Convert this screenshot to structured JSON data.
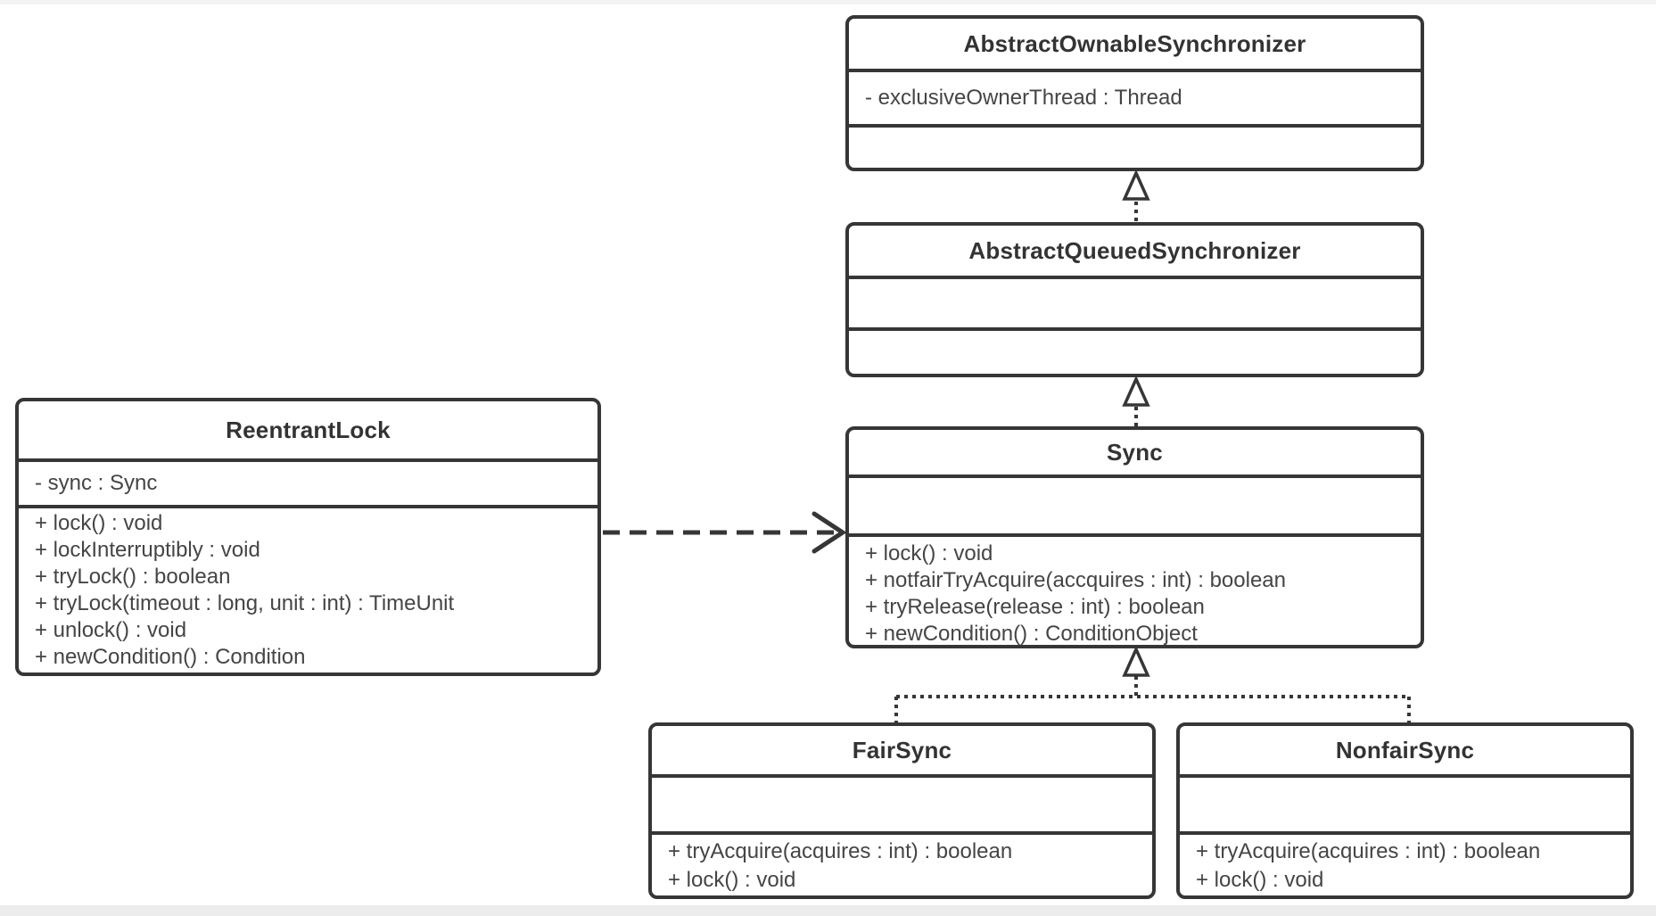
{
  "diagram": {
    "classes": [
      {
        "name": "AbstractOwnableSynchronizer",
        "attributes": [
          "- exclusiveOwnerThread : Thread"
        ],
        "methods": []
      },
      {
        "name": "AbstractQueuedSynchronizer",
        "attributes": [],
        "methods": []
      },
      {
        "name": "Sync",
        "attributes": [],
        "methods": [
          "+ lock() : void",
          "+ notfairTryAcquire(accquires : int) : boolean",
          "+ tryRelease(release : int) : boolean",
          "+ newCondition() : ConditionObject"
        ]
      },
      {
        "name": "ReentrantLock",
        "attributes": [
          "- sync : Sync"
        ],
        "methods": [
          "+ lock() : void",
          "+ lockInterruptibly : void",
          "+ tryLock() : boolean",
          "+ tryLock(timeout : long, unit : int) : TimeUnit",
          "+ unlock() : void",
          "+ newCondition() : Condition"
        ]
      },
      {
        "name": "FairSync",
        "attributes": [],
        "methods": [
          "+ tryAcquire(acquires : int) : boolean",
          "+ lock() : void"
        ]
      },
      {
        "name": "NonfairSync",
        "attributes": [],
        "methods": [
          "+ tryAcquire(acquires : int) : boolean",
          "+ lock() : void"
        ]
      }
    ],
    "relationships": [
      {
        "from": "AbstractQueuedSynchronizer",
        "to": "AbstractOwnableSynchronizer",
        "type": "generalization",
        "line_style": "dotted"
      },
      {
        "from": "Sync",
        "to": "AbstractQueuedSynchronizer",
        "type": "generalization",
        "line_style": "dotted"
      },
      {
        "from": "FairSync",
        "to": "Sync",
        "type": "generalization",
        "line_style": "dotted"
      },
      {
        "from": "NonfairSync",
        "to": "Sync",
        "type": "generalization",
        "line_style": "dotted"
      },
      {
        "from": "ReentrantLock",
        "to": "Sync",
        "type": "dependency",
        "line_style": "dashed"
      }
    ],
    "colors": {
      "line": "#363636",
      "title_text": "#333333",
      "body_text": "#454545",
      "box_background": "#ffffff",
      "page_background": "#ffffff",
      "top_strip": "#f3f3f3",
      "bottom_strip": "#ececec"
    }
  }
}
